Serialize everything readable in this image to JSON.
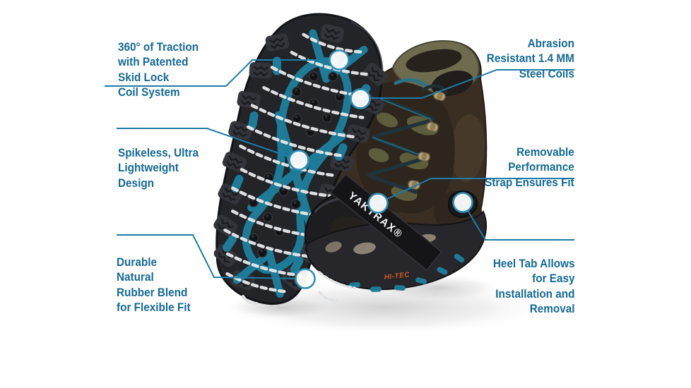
{
  "product": {
    "strap_brand": "YAKTRAX®",
    "boot_brand": "HI-TEC"
  },
  "callouts": [
    {
      "id": "traction",
      "side": "left",
      "text": "360° of Traction\nwith Patented\nSkid Lock\nCoil System"
    },
    {
      "id": "coils",
      "side": "right",
      "text": "Abrasion\nResistant 1.4 MM\nSteel Coils"
    },
    {
      "id": "spikeless",
      "side": "left",
      "text": "Spikeless, Ultra\nLightweight\nDesign"
    },
    {
      "id": "strap",
      "side": "right",
      "text": "Removable\nPerformance\nStrap Ensures Fit"
    },
    {
      "id": "rubber",
      "side": "left",
      "text": "Durable\nNatural\nRubber Blend\nfor Flexible Fit"
    },
    {
      "id": "heeltab",
      "side": "right",
      "text": "Heel Tab Allows\nfor Easy\nInstallation and\nRemoval"
    }
  ],
  "colors": {
    "background": "#ffffff",
    "label_text": "#156a94",
    "callout_line": "#1e7ca6",
    "marker_ring": "#2f8fb2",
    "marker_fill": "#ffffff",
    "coil_web_teal": "#1d7b98",
    "rubber_black": "#232428",
    "boot_brown": "#3a2e23",
    "collar_olive": "#6e6b4f",
    "steel_coil_white": "#e8eaec",
    "hi_tec_orange": "#cf5a25"
  }
}
